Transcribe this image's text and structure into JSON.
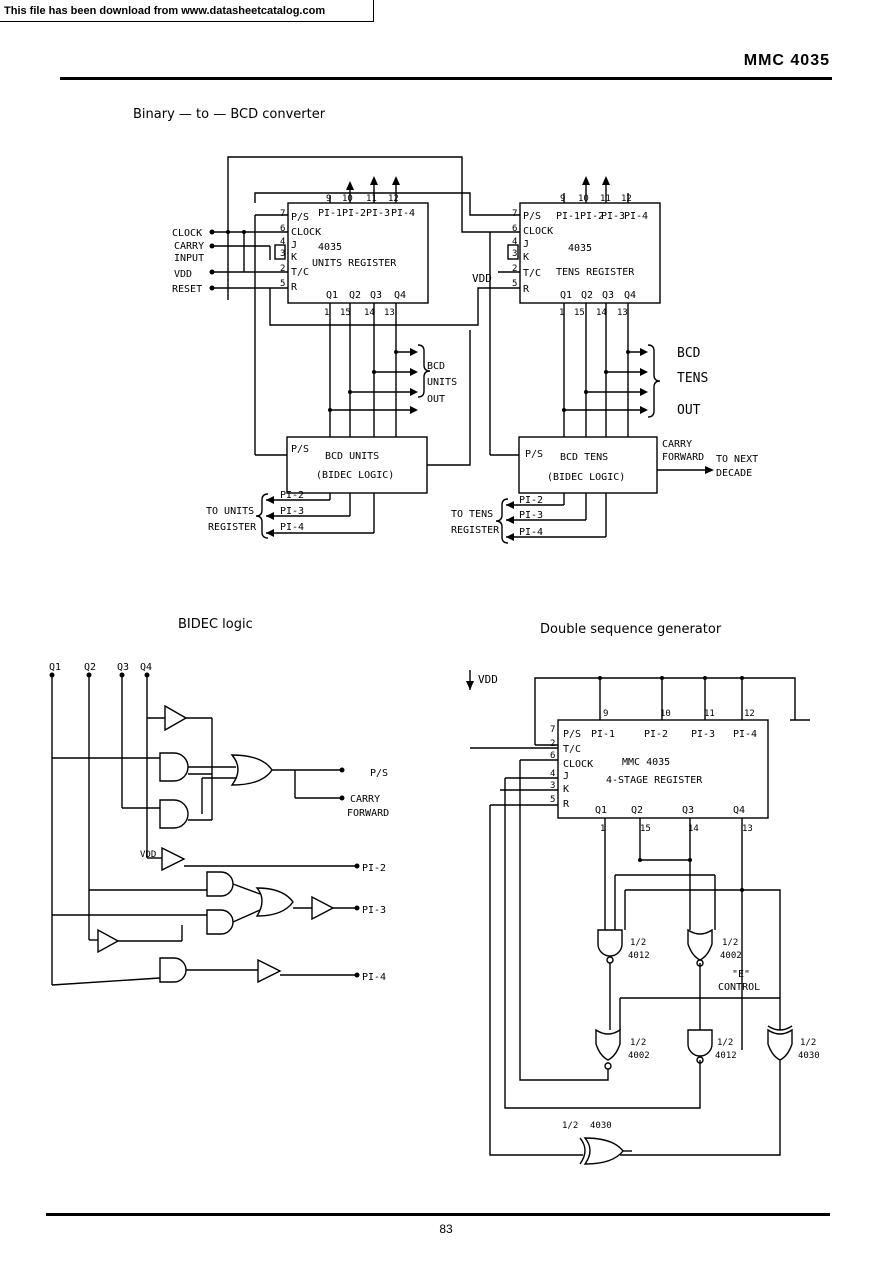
{
  "banner": "This file has been download from  www.datasheetcatalog.com",
  "header": {
    "title": "MMC 4035"
  },
  "page_number": "83",
  "captions": {
    "converter": "Binary — to — BCD converter",
    "bidec": "BIDEC logic",
    "sequence": "Double sequence generator"
  },
  "units_register": {
    "chip": "4035",
    "name": "UNITS   REGISTER",
    "left_pins": [
      "P/S",
      "CLOCK",
      "J",
      "K",
      "T/C",
      "R"
    ],
    "left_pin_nums": [
      "7",
      "6",
      "4",
      "3",
      "2",
      "5"
    ],
    "top_pins": [
      "PI-1",
      "PI-2",
      "PI-3",
      "PI-4"
    ],
    "top_pin_nums": [
      "9",
      "10",
      "11",
      "12"
    ],
    "bottom_pins": [
      "Q1",
      "Q2",
      "Q3",
      "Q4"
    ],
    "bottom_pin_nums": [
      "1",
      "15",
      "14",
      "13"
    ]
  },
  "tens_register": {
    "chip": "4035",
    "name": "TENS   REGISTER",
    "left_pins": [
      "P/S",
      "CLOCK",
      "J",
      "K",
      "T/C",
      "R"
    ],
    "left_pin_nums": [
      "7",
      "6",
      "4",
      "3",
      "2",
      "5"
    ],
    "top_pins": [
      "PI-1",
      "PI-2",
      "PI-3",
      "PI-4"
    ],
    "top_pin_nums": [
      "9",
      "10",
      "11",
      "12"
    ],
    "bottom_pins": [
      "Q1",
      "Q2",
      "Q3",
      "Q4"
    ],
    "bottom_pin_nums": [
      "1",
      "15",
      "14",
      "13"
    ]
  },
  "inputs": [
    "CLOCK",
    "CARRY",
    "INPUT",
    "VDD",
    "RESET"
  ],
  "vdd": "VDD",
  "bcd_units_out": [
    "BCD",
    "UNITS",
    "OUT"
  ],
  "bcd_tens_out": [
    "BCD",
    "TENS",
    "OUT"
  ],
  "bcd_units_logic": {
    "ps": "P/S",
    "line1": "BCD  UNITS",
    "line2": "(BIDEC  LOGIC)"
  },
  "bcd_tens_logic": {
    "ps": "P/S",
    "line1": "BCD   TENS",
    "line2": "(BIDEC  LOGIC)"
  },
  "carry_forward": [
    "CARRY",
    "FORWARD"
  ],
  "next_decade": [
    "TO NEXT",
    "DECADE"
  ],
  "to_units": [
    "TO UNITS",
    "REGISTER"
  ],
  "to_tens": [
    "TO TENS",
    "REGISTER"
  ],
  "pi_outputs": [
    "PI-2",
    "PI-3",
    "PI-4"
  ],
  "bidec": {
    "inputs": [
      "Q1",
      "Q2",
      "Q3",
      "Q4"
    ],
    "vdd": "VDD",
    "outputs": [
      "P/S",
      "CARRY",
      "FORWARD",
      "PI-2",
      "PI-3",
      "PI-4"
    ]
  },
  "sequence": {
    "vdd": "VDD",
    "chip_line1": "MMC  4035",
    "chip_line2": "4-STAGE  REGISTER",
    "left_pins": [
      "P/S",
      "T/C",
      "CLOCK",
      "J",
      "K",
      "R"
    ],
    "left_pin_nums": [
      "7",
      "2",
      "6",
      "4",
      "3",
      "5"
    ],
    "top_pins": [
      "PI-1",
      "PI-2",
      "PI-3",
      "PI-4"
    ],
    "top_pin_nums": [
      "9",
      "10",
      "11",
      "12"
    ],
    "bottom_pins": [
      "Q1",
      "Q2",
      "Q3",
      "Q4"
    ],
    "bottom_pin_nums": [
      "1",
      "15",
      "14",
      "13"
    ],
    "gate_labels": [
      "1/2",
      "4012",
      "1/2",
      "4002",
      "1/2",
      "4002",
      "1/2",
      "4012",
      "1/2",
      "4030",
      "1/2",
      "4030"
    ],
    "control": [
      "\"E\"",
      "CONTROL"
    ]
  }
}
